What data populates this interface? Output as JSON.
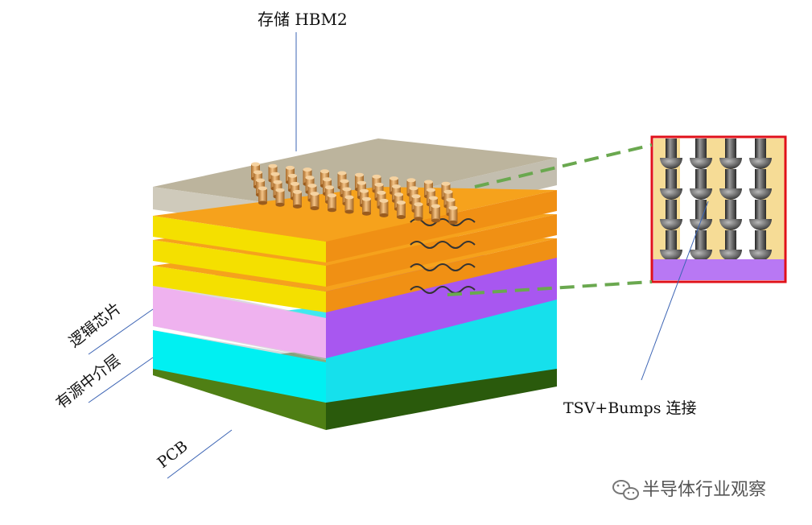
{
  "labels": {
    "hbm2": "存储 HBM2",
    "logic_chip": "逻辑芯片",
    "interposer": "有源中介层",
    "pcb": "PCB",
    "tsv_bumps": "TSV+Bumps 连接"
  },
  "watermark": {
    "text": "半导体行业观察",
    "icon": "wechat-icon"
  },
  "colors": {
    "hbm_shell": "#b9b29c",
    "orange_layer": "#f6a01a",
    "yellow_layer": "#f5e100",
    "logic_side": "#efb0ef",
    "logic_top": "#a85af0",
    "interposer_side": "#00f0f0",
    "interposer_top": "#1ee6f0",
    "pcb_side": "#4e7c12",
    "pcb_top": "#2f6210",
    "zoom_border": "#e0101a",
    "dash_line": "#6aa84f",
    "leader_line": "#3c64b4"
  }
}
